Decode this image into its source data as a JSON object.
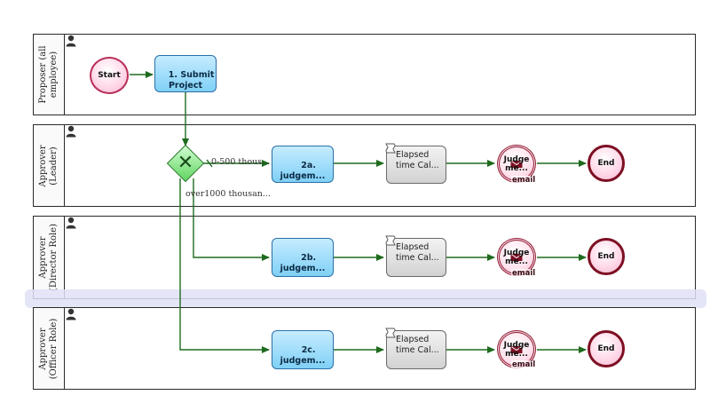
{
  "lanes": [
    {
      "label": "Proposer (all\nemployee)"
    },
    {
      "label": "Approver\n(Leader)"
    },
    {
      "label": "Approver\n(Director Role)"
    },
    {
      "label": "Approver\n(Officer Role)"
    }
  ],
  "events": {
    "start": "Start",
    "end": "End",
    "judge": "Judge\nme...",
    "email_tag": "email"
  },
  "tasks": {
    "submit": "1. Submit\nProject",
    "judge_2a": "2a.\njudgem...",
    "judge_2b": "2b.\njudgem...",
    "judge_2c": "2c.\njudgem...",
    "elapsed": "Elapsed\ntime Cal..."
  },
  "flow_labels": {
    "leader": "0-500 thous...",
    "over": "over1000 thousan..."
  },
  "icons": {
    "lane_person": "person-icon",
    "gateway": "exclusive-gateway-icon",
    "email": "envelope-icon",
    "script_task": "script-icon"
  },
  "colors": {
    "flow": "#1e6b1e",
    "task_blue": "#7fd0f6",
    "end_border": "#7d0f23"
  }
}
